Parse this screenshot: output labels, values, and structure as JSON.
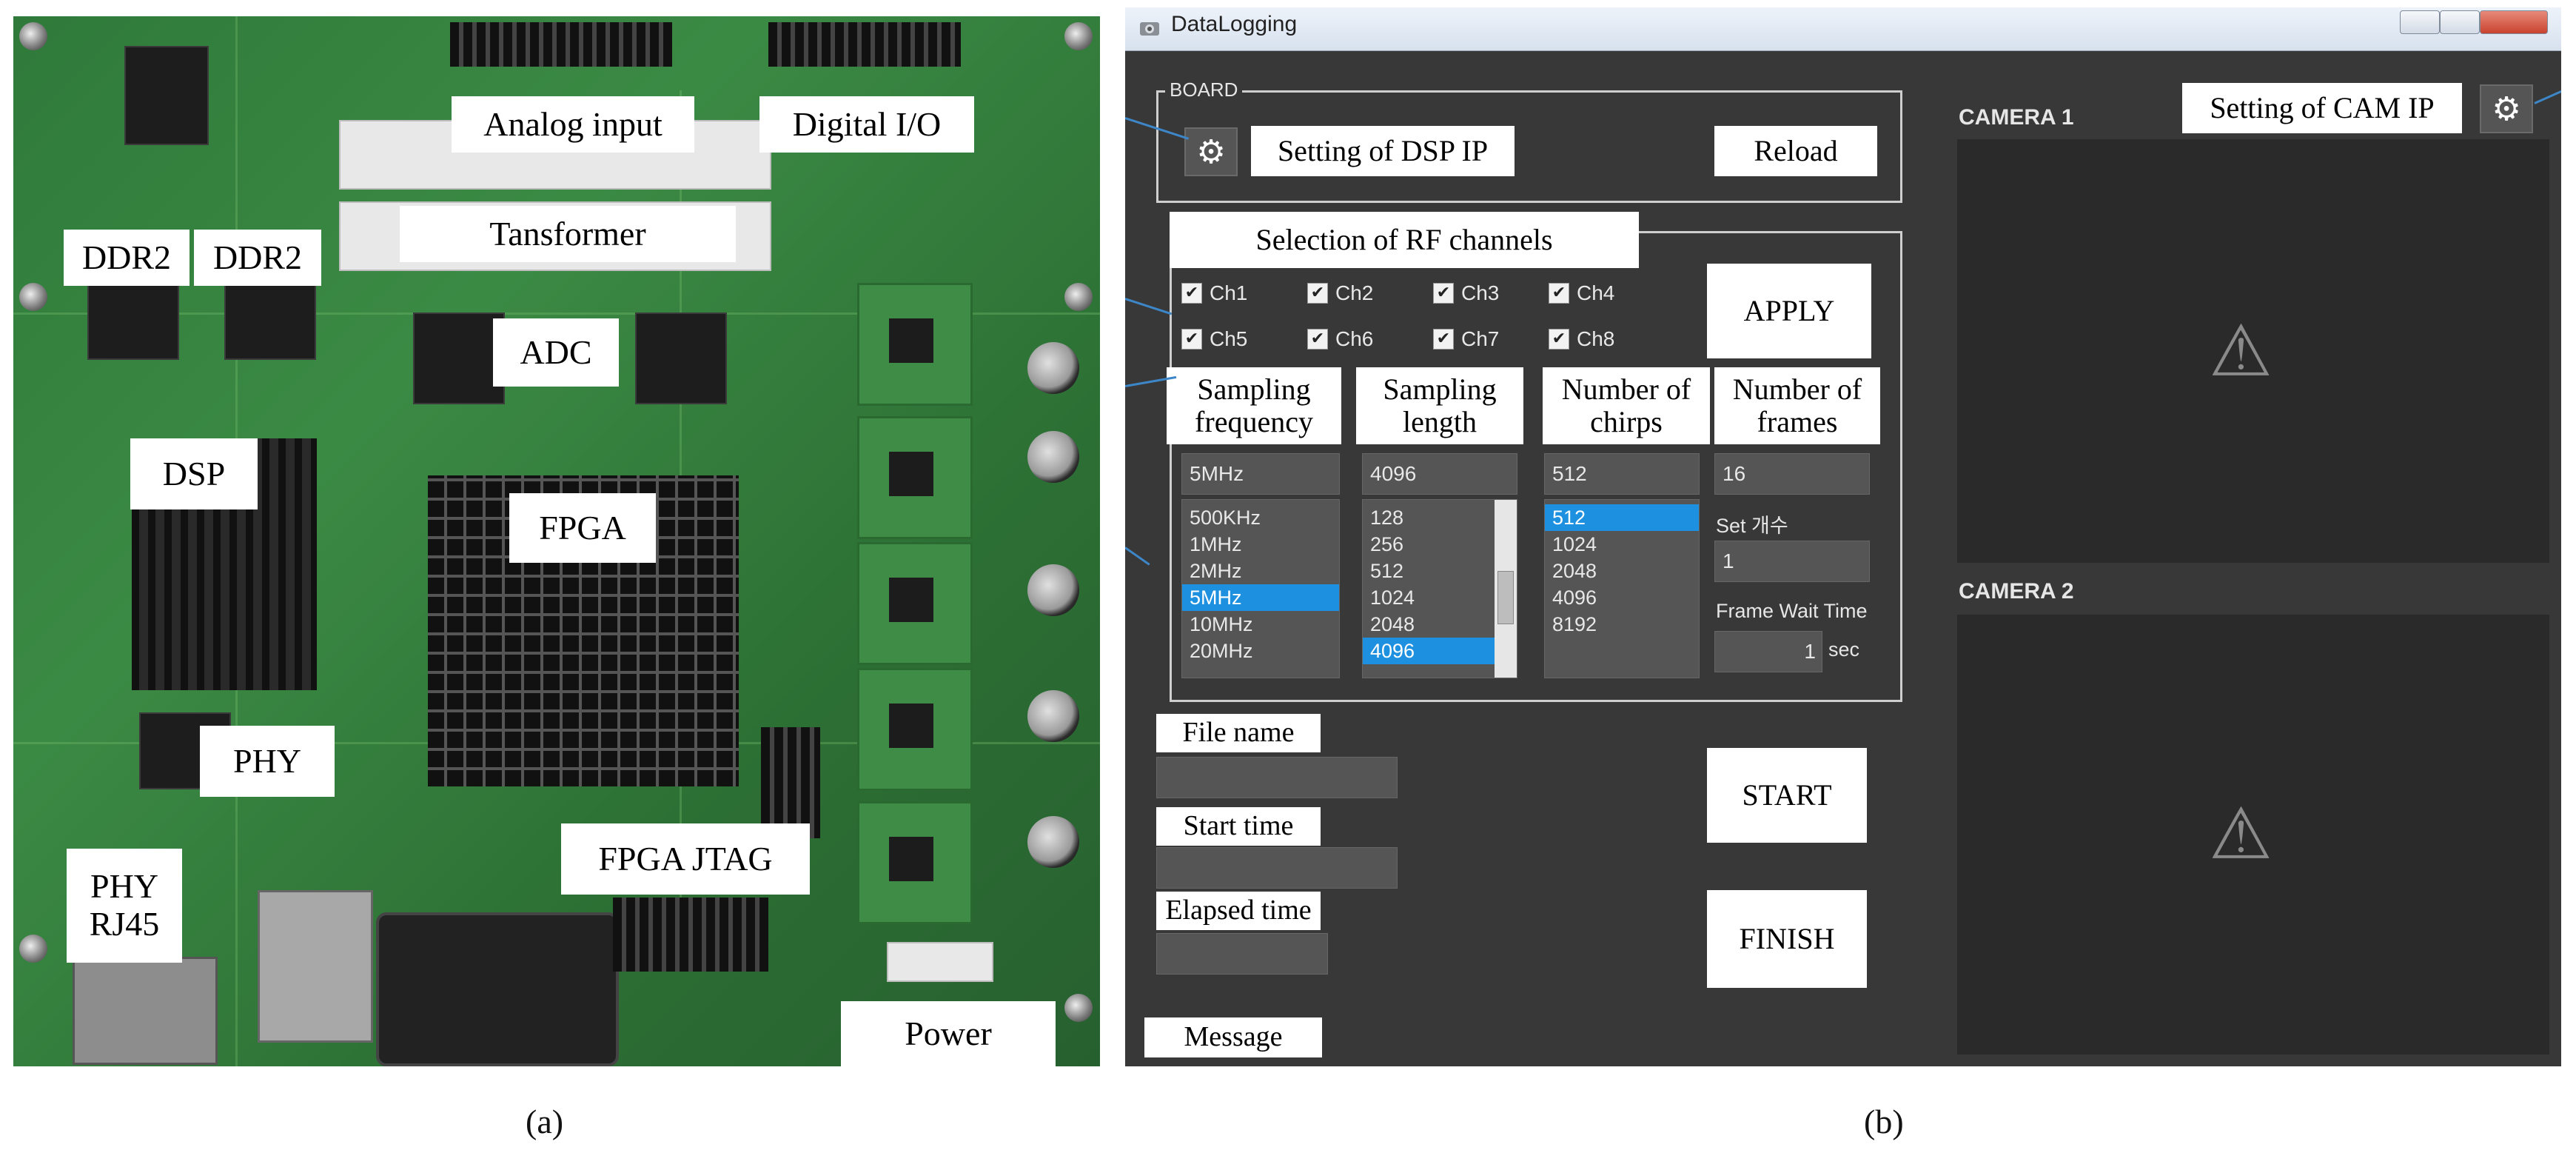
{
  "panel_a": {
    "labels": {
      "analog_input": "Analog input",
      "digital_io": "Digital I/O",
      "tansformer": "Tansformer",
      "ddr2_left": "DDR2",
      "ddr2_right": "DDR2",
      "adc": "ADC",
      "dsp": "DSP",
      "fpga": "FPGA",
      "phy": "PHY",
      "phy_rj45": "PHY\nRJ45",
      "fpga_jtag": "FPGA JTAG",
      "power": "Power"
    },
    "caption": "(a)"
  },
  "panel_b": {
    "window_title": "DataLogging",
    "board": {
      "group_title": "BOARD",
      "setting_dsp_ip_label": "Setting of DSP IP",
      "reload_label": "Reload",
      "gear_glyph": "⚙"
    },
    "rf": {
      "selection_label": "Selection of RF channels",
      "channels": [
        "Ch1",
        "Ch2",
        "Ch3",
        "Ch4",
        "Ch5",
        "Ch6",
        "Ch7",
        "Ch8"
      ],
      "check_glyph": "✔",
      "apply_label": "APPLY"
    },
    "params": {
      "sampling_frequency_label": "Sampling\nfrequency",
      "sampling_length_label": "Sampling\nlength",
      "number_of_chirps_label": "Number of\nchirps",
      "number_of_frames_label": "Number of\nframes",
      "frequency_value": "5MHz",
      "length_value": "4096",
      "chirps_value": "512",
      "frames_value": "16",
      "frequency_options": [
        "500KHz",
        "1MHz",
        "2MHz",
        "5MHz",
        "10MHz",
        "20MHz"
      ],
      "length_options": [
        "128",
        "256",
        "512",
        "1024",
        "2048",
        "4096"
      ],
      "chirps_options": [
        "512",
        "1024",
        "2048",
        "4096",
        "8192"
      ],
      "set_count_label": "Set 개수",
      "set_count_value": "1",
      "frame_wait_label": "Frame Wait Time",
      "frame_wait_value": "1",
      "frame_wait_unit": "sec"
    },
    "log": {
      "file_name_label": "File name",
      "start_time_label": "Start time",
      "elapsed_time_label": "Elapsed time",
      "message_label": "Message",
      "start_label": "START",
      "finish_label": "FINISH"
    },
    "camera": {
      "camera1_label": "CAMERA 1",
      "camera2_label": "CAMERA 2",
      "setting_cam_ip_label": "Setting of CAM IP",
      "warning_glyph": "⚠"
    },
    "caption": "(b)"
  }
}
